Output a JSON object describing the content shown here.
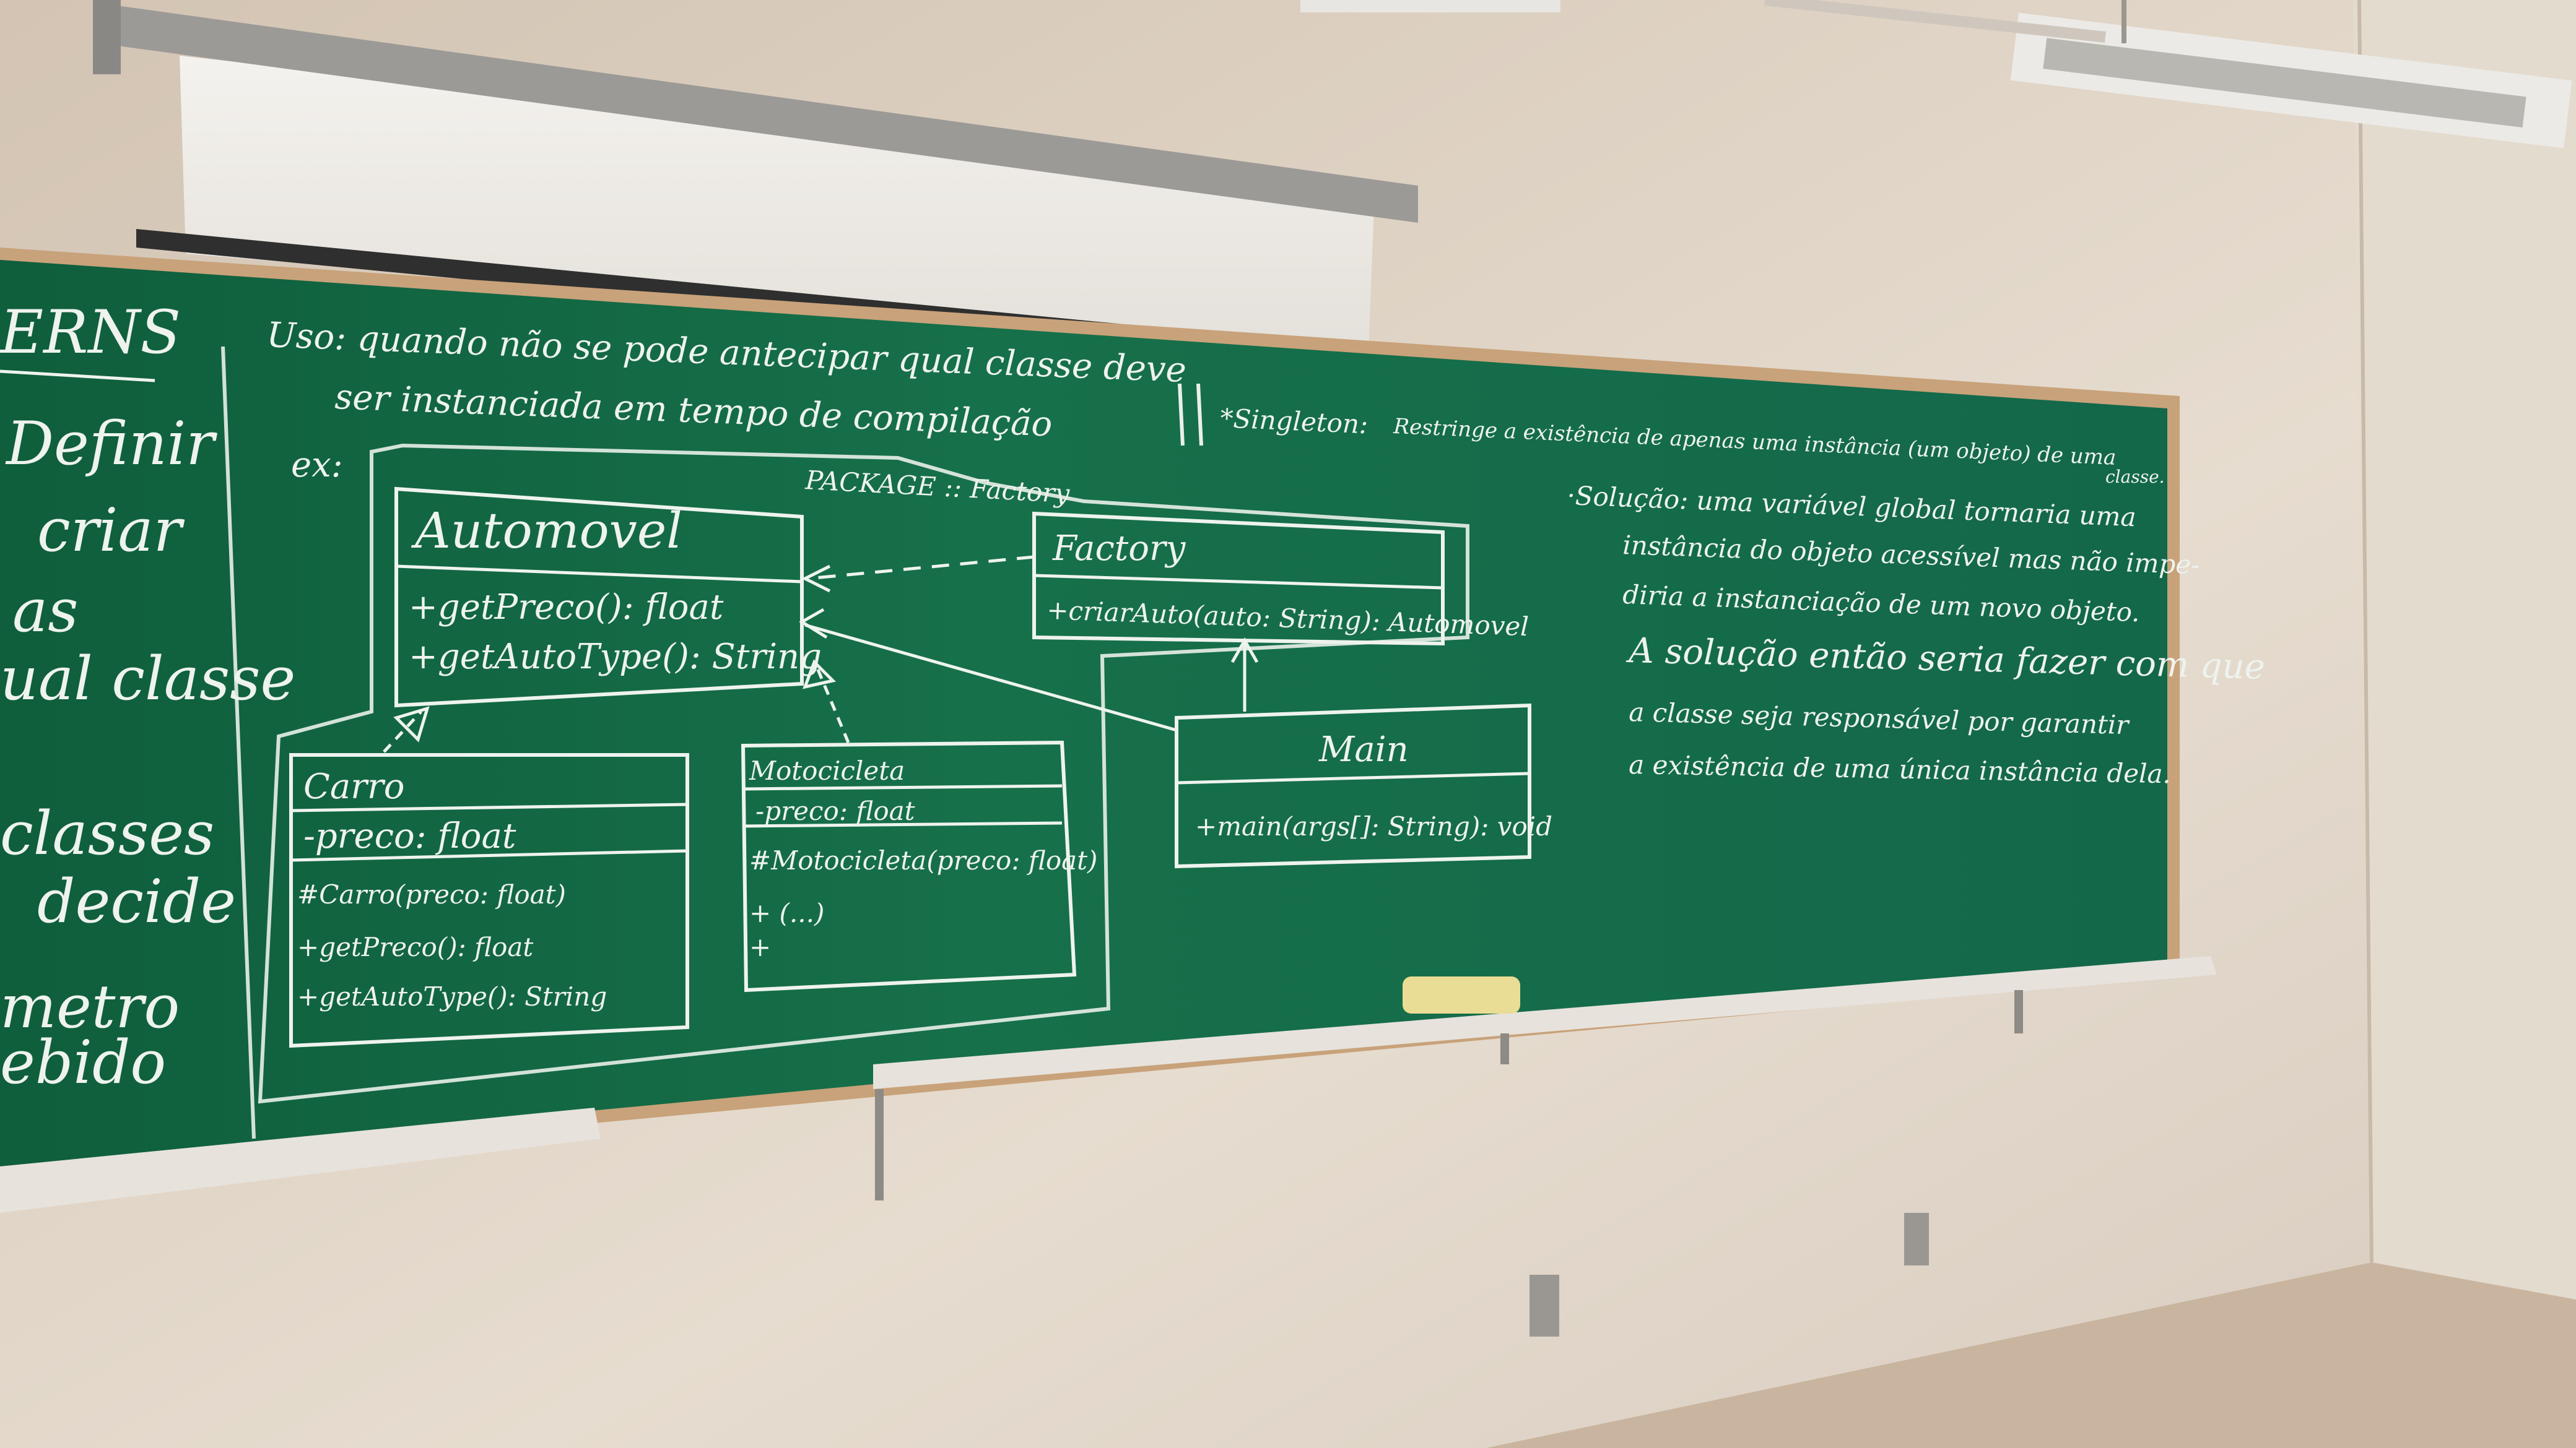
{
  "left_notes": {
    "heading": "ERNS",
    "lines": [
      "Definir",
      "criar",
      "as",
      "ual classe",
      "classes",
      "decide",
      "metro",
      "ebido"
    ]
  },
  "factory_notes": {
    "line1": "Uso: quando não se pode antecipar qual classe deve",
    "line2": "ser instanciada em tempo de compilação",
    "ex_label": "ex:",
    "package_label": "PACKAGE :: Factory"
  },
  "uml": {
    "automovel": {
      "name": "Automovel",
      "methods": [
        "+getPreco(): float",
        "+getAutoType(): String"
      ]
    },
    "factory": {
      "name": "Factory",
      "methods": [
        "+criarAuto(auto: String): Automovel"
      ]
    },
    "main": {
      "name": "Main",
      "methods": [
        "+main(args[]: String): void"
      ]
    },
    "carro": {
      "name": "Carro",
      "attributes": [
        "-preco: float"
      ],
      "methods": [
        "#Carro(preco: float)",
        "+getPreco(): float",
        "+getAutoType(): String"
      ]
    },
    "motocicleta": {
      "name": "Motocicleta",
      "attributes": [
        "-preco: float"
      ],
      "methods": [
        "#Motocicleta(preco: float)",
        "+ (...)",
        "+"
      ]
    }
  },
  "singleton_notes": {
    "title": "*Singleton:",
    "line1": "Restringe a existência de apenas uma instância (um objeto) de uma",
    "line1_end": "classe.",
    "line2": "·Solução: uma variável global tornaria uma",
    "line3": "instância do objeto acessível mas não impe-",
    "line4": "diria a instanciação de um novo objeto.",
    "line5": "A solução então seria fazer com que",
    "line6": "a classe seja responsável por garantir",
    "line7": "a existência de uma única instância dela."
  }
}
